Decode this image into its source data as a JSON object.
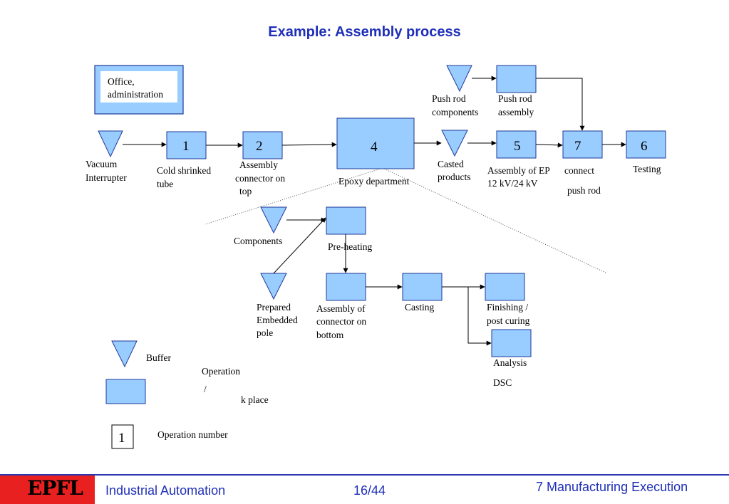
{
  "title": "Example: Assembly process",
  "nodes": {
    "office": [
      "Office,",
      "administration"
    ],
    "n1": "1",
    "n2": "2",
    "n4": "4",
    "n5": "5",
    "n7": "7",
    "n6": "6",
    "legend_num": "1"
  },
  "labels": {
    "vacuum": [
      "Vacuum",
      "Interrupter"
    ],
    "cold": [
      "Cold shrinked",
      "tube"
    ],
    "assembly_top": [
      "Assembly",
      "connector  on",
      "top"
    ],
    "epoxy": "Epoxy department",
    "casted": [
      "Casted",
      "products"
    ],
    "assembly_ep": [
      "Assembly of EP",
      "12 kV/24 kV"
    ],
    "connect": "connect",
    "push_rod": "push rod",
    "testing": "Testing",
    "push_rod_components": [
      "Push rod",
      "components"
    ],
    "push_rod_assembly": [
      "Push rod",
      "assembly"
    ],
    "components": "Components",
    "preheating": "Pre-heating",
    "prepared": [
      "Prepared",
      "Embedded",
      "pole"
    ],
    "assembly_bottom": [
      "Assembly of",
      "connector on",
      "bottom"
    ],
    "casting": "Casting",
    "finishing": [
      "Finishing /",
      "post curing"
    ],
    "analysis": [
      "Analysis",
      "DSC"
    ]
  },
  "legend": {
    "buffer": "Buffer",
    "operation": "Operation",
    "slash": "/",
    "kplace": "k place",
    "opnumber": "Operation number"
  },
  "footer": {
    "logo": "EPFL",
    "left": "Industrial Automation",
    "page": "16/44",
    "right": "7 Manufacturing Execution"
  },
  "colors": {
    "fill": "#99ccff",
    "title": "#1f2fb8",
    "logo_bg": "#e8201f"
  }
}
